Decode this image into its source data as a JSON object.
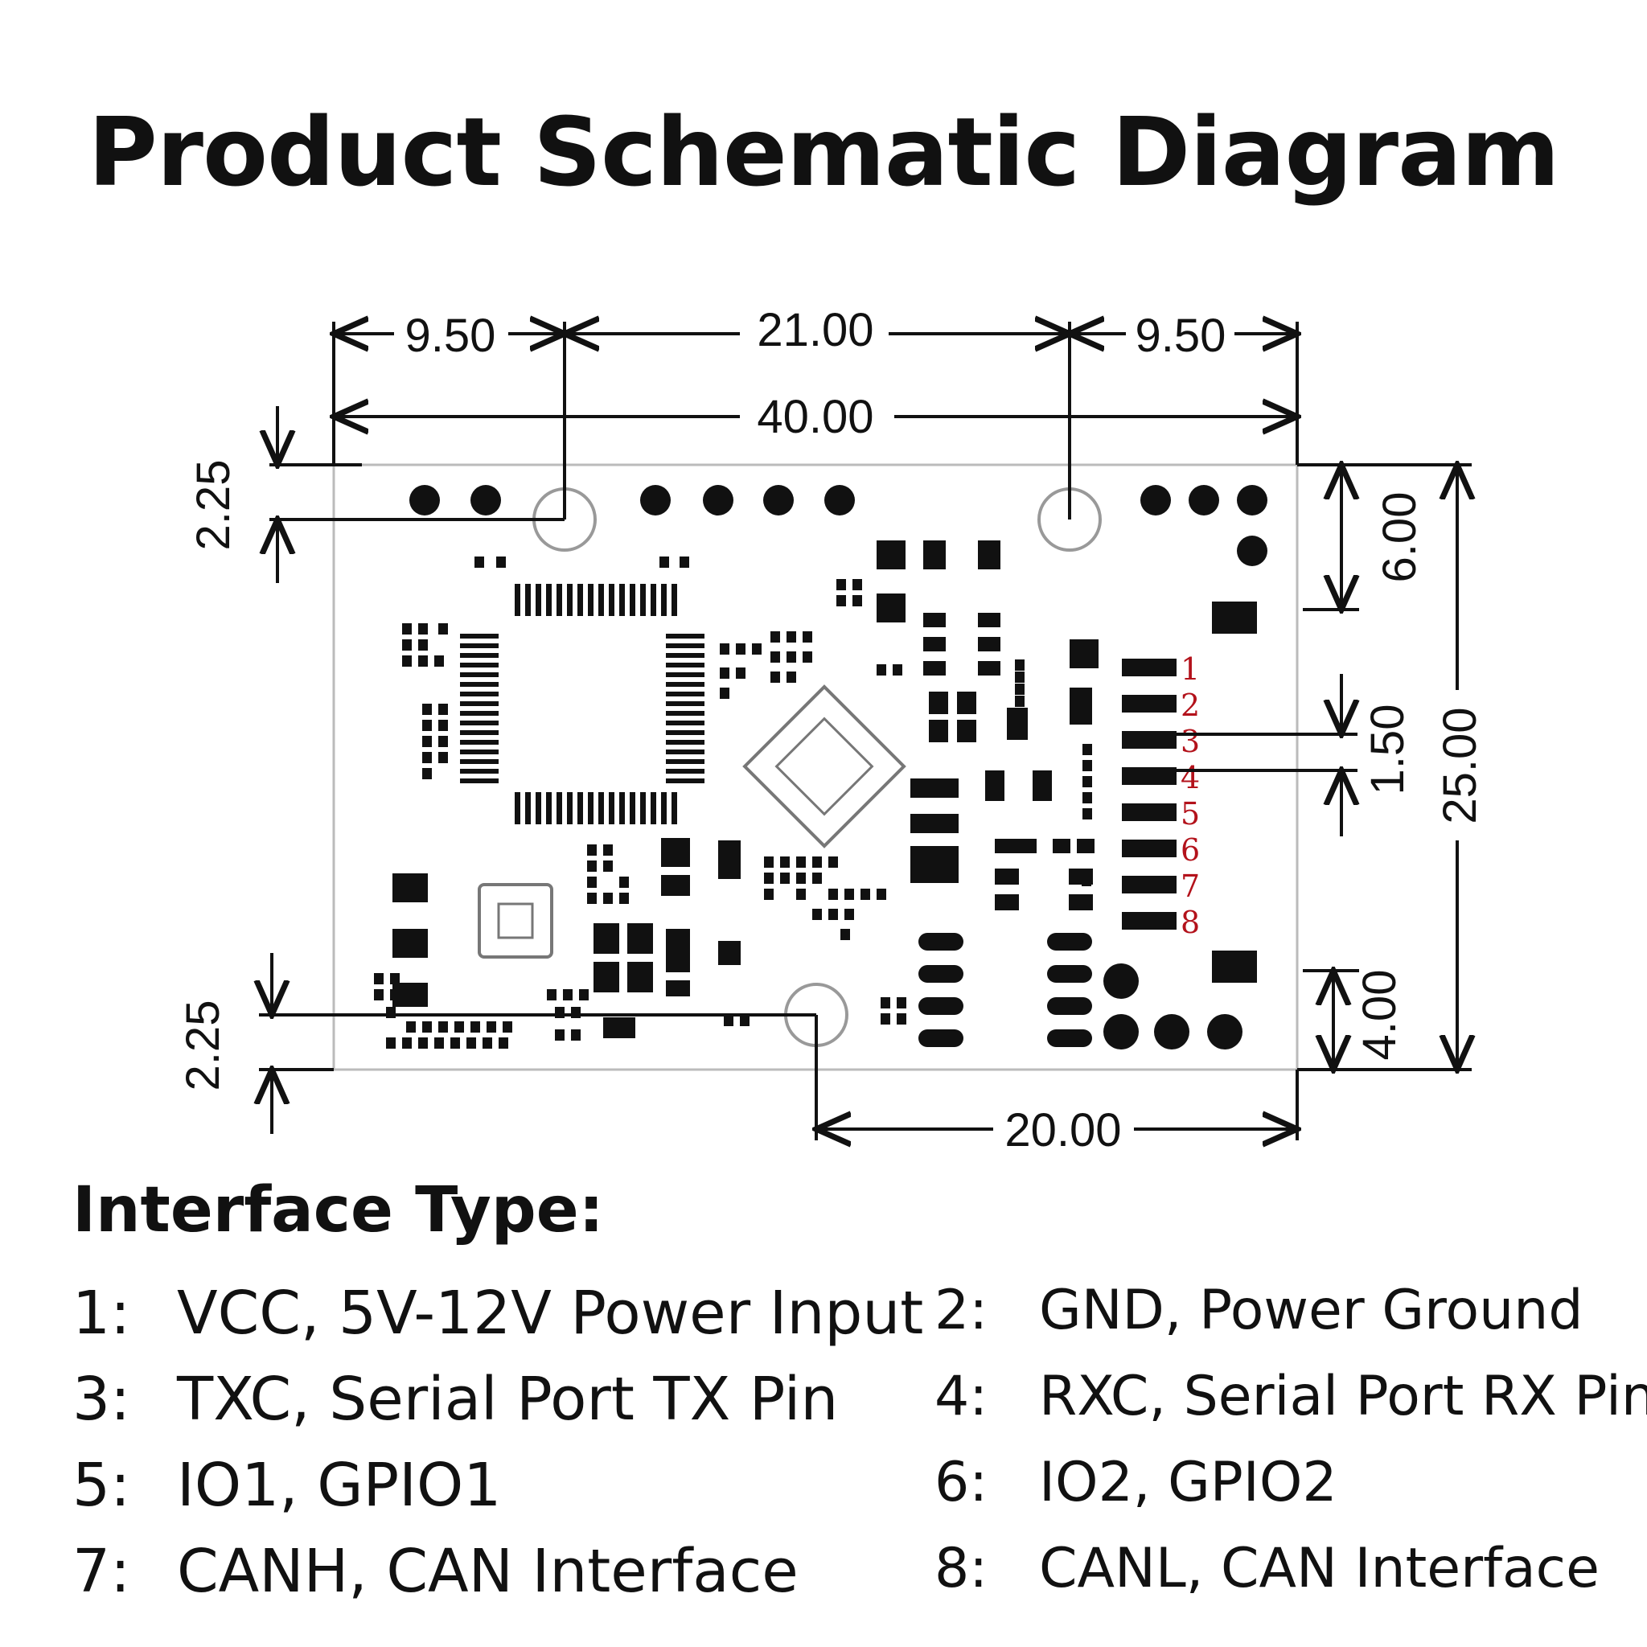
{
  "title": "Product Schematic Diagram",
  "dimensions": {
    "top_left_offset": "9.50",
    "top_center_span": "21.00",
    "top_right_offset": "9.50",
    "overall_width": "40.00",
    "left_top_margin": "2.25",
    "left_bottom_margin": "2.25",
    "right_top_offset": "6.00",
    "pin_pitch": "1.50",
    "overall_height": "25.00",
    "right_bottom_offset": "4.00",
    "bottom_hole_offset": "20.00"
  },
  "pin_labels": [
    "1",
    "2",
    "3",
    "4",
    "5",
    "6",
    "7",
    "8"
  ],
  "interface": {
    "heading": "Interface Type:",
    "items": [
      {
        "num": "1:",
        "text": "VCC,  5V-12V Power Input"
      },
      {
        "num": "2:",
        "text": "GND,  Power Ground"
      },
      {
        "num": "3:",
        "text": "TXC, Serial Port TX Pin"
      },
      {
        "num": "4:",
        "text": "RXC, Serial Port RX Pin"
      },
      {
        "num": "5:",
        "text": "IO1,  GPIO1"
      },
      {
        "num": "6:",
        "text": "IO2,  GPIO2"
      },
      {
        "num": "7:",
        "text": "CANH,  CAN Interface"
      },
      {
        "num": "8:",
        "text": "CANL,  CAN Interface"
      }
    ]
  },
  "colors": {
    "pin_label": "#b3121b",
    "ink": "#111111",
    "board_outline": "#bbbbbb"
  }
}
